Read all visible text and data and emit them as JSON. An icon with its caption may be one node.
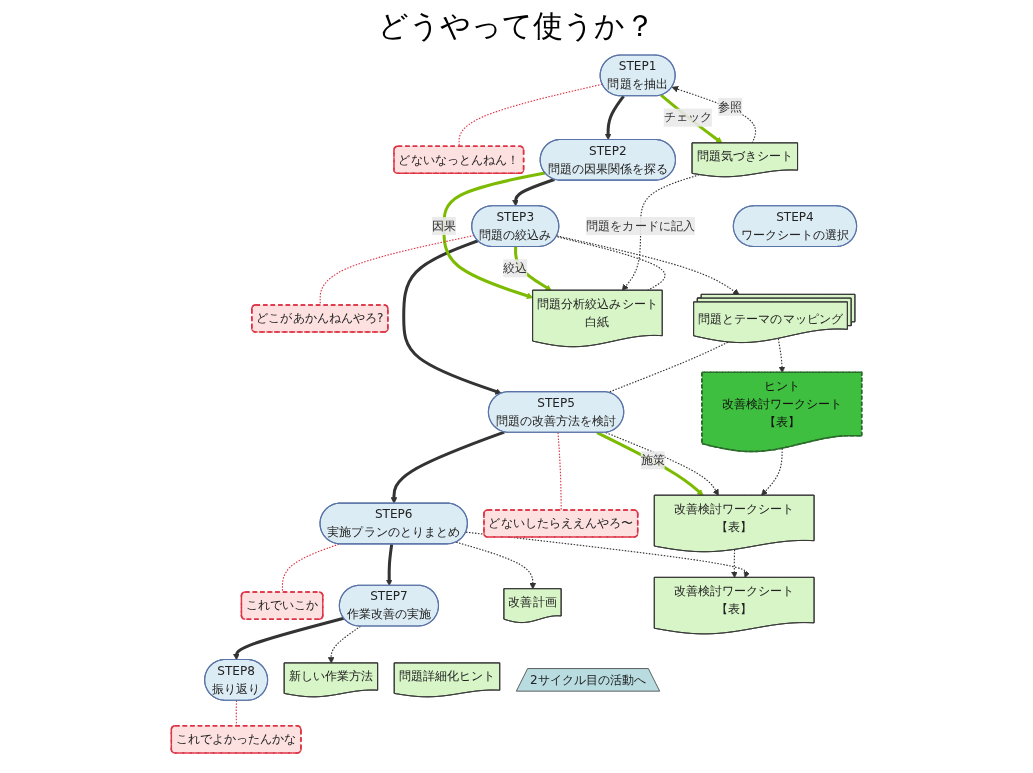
{
  "diagram": {
    "title": "どうやって使うか？",
    "nodes": [
      {
        "text": [
          "STEP1",
          "問題を抽出"
        ]
      },
      {
        "text": [
          "どないなっとんねん！"
        ]
      },
      {
        "text": [
          "STEP2",
          "問題の因果関係を探る"
        ]
      },
      {
        "text": [
          "どこがあかんねんやろ?"
        ]
      },
      {
        "text": [
          "STEP4",
          "ワークシートの選択"
        ]
      },
      {
        "text": [
          "問題気づきシート"
        ]
      },
      {
        "text": [
          "問題詳細化ヒント"
        ]
      },
      {
        "text": [
          "問題とテーマのマッピング"
        ]
      },
      {
        "text": [
          "STEP3",
          "問題の絞込み"
        ]
      },
      {
        "text": [
          "ヒント",
          "改善検討ワークシート【表】"
        ]
      },
      {
        "text": [
          "問題分析絞込みシート",
          "白紙"
        ]
      },
      {
        "text": [
          "STEP5",
          "問題の改善方法を検討"
        ]
      },
      {
        "text": [
          "これでいこか"
        ]
      },
      {
        "text": [
          "STEP6",
          "実施プランのとりまとめ"
        ]
      },
      {
        "text": [
          "これでよかったんかな"
        ]
      },
      {
        "text": [
          "STEP8",
          "振り返り"
        ]
      },
      {
        "text": [
          "どないしたらええんやろ〜"
        ]
      },
      {
        "text": [
          "改善検討ワークシート【表】"
        ]
      },
      {
        "text": [
          "STEP7",
          "作業改善の実施"
        ]
      },
      {
        "text": [
          "新しい作業方法"
        ]
      },
      {
        "text": [
          "改善計画"
        ]
      },
      {
        "text": [
          "改善検討ワークシート【表】"
        ]
      },
      {
        "text": [
          "2サイクル目の活動へ"
        ]
      }
    ],
    "edges": [
      {
        "from": 0,
        "to": 2,
        "arrow": "to",
        "style": "thick"
      },
      {
        "from": 2,
        "to": 8,
        "arrow": "to",
        "style": "thick"
      },
      {
        "from": 8,
        "to": 11,
        "arrow": "to",
        "style": "thick"
      },
      {
        "from": 11,
        "to": 13,
        "arrow": "to",
        "style": "thick"
      },
      {
        "from": 13,
        "to": 18,
        "arrow": "to",
        "style": "thick"
      },
      {
        "from": 18,
        "to": 15,
        "arrow": "to",
        "style": "thick"
      },
      {
        "from": 0,
        "to": 5,
        "arrow": "to",
        "label": "チェック",
        "style": "thick",
        "color": "#7cbb00"
      },
      {
        "from": 5,
        "to": 0,
        "arrow": "to",
        "label": "参照",
        "style": "dashed"
      },
      {
        "from": 2,
        "to": 10,
        "arrow": "to",
        "label": "因果",
        "style": "thick",
        "color": "#7cbb00"
      },
      {
        "from": 8,
        "to": 10,
        "arrow": "to",
        "label": "絞込",
        "style": "thick",
        "color": "#7cbb00"
      },
      {
        "from": 5,
        "to": 10,
        "arrow": "to",
        "label": "問題をカードに記入",
        "style": "dashed"
      },
      {
        "from": 10,
        "to": 8,
        "arrow": "none",
        "style": "dashed"
      },
      {
        "from": 8,
        "to": 7,
        "arrow": "to",
        "style": "dashed"
      },
      {
        "from": 7,
        "to": 9,
        "arrow": "to",
        "style": "dashed"
      },
      {
        "from": 7,
        "to": 11,
        "arrow": "none",
        "style": "dashed"
      },
      {
        "from": 11,
        "to": 17,
        "arrow": "to",
        "label": "施策",
        "style": "thick",
        "color": "#7cbb00"
      },
      {
        "from": 11,
        "to": 17,
        "arrow": "to",
        "style": "dashed"
      },
      {
        "from": 9,
        "to": 17,
        "arrow": "to",
        "style": "dashed"
      },
      {
        "from": 17,
        "to": 21,
        "arrow": "to",
        "style": "dashed"
      },
      {
        "from": 13,
        "to": 20,
        "arrow": "to",
        "style": "dashed"
      },
      {
        "from": 13,
        "to": 21,
        "arrow": "to",
        "style": "dashed"
      },
      {
        "from": 18,
        "to": 19,
        "arrow": "to",
        "style": "dashed"
      },
      {
        "from": 0,
        "to": 1,
        "arrow": "none",
        "style": "dashed",
        "color": "#dd3344"
      },
      {
        "from": 8,
        "to": 3,
        "arrow": "none",
        "style": "dashed",
        "color": "#dd3344"
      },
      {
        "from": 13,
        "to": 12,
        "arrow": "none",
        "style": "dashed",
        "color": "#dd3344"
      },
      {
        "from": 15,
        "to": 14,
        "arrow": "none",
        "style": "dashed",
        "color": "#dd3344"
      },
      {
        "from": 11,
        "to": 16,
        "arrow": "none",
        "style": "dashed",
        "color": "#dd3344"
      }
    ]
  }
}
